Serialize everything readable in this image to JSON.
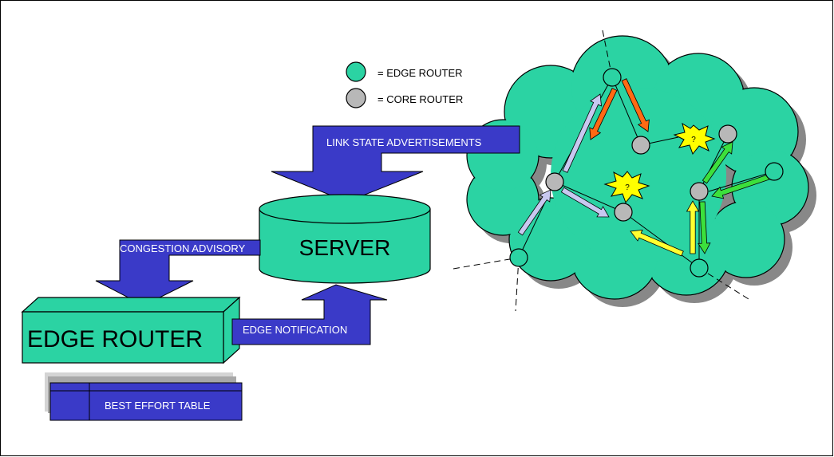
{
  "legend": {
    "edge_router": "= EDGE ROUTER",
    "core_router": "= CORE ROUTER"
  },
  "labels": {
    "server": "SERVER",
    "edge_router": "EDGE ROUTER",
    "best_effort_table": "BEST EFFORT TABLE",
    "link_state": "LINK STATE ADVERTISEMENTS",
    "congestion_advisory": "CONGESTION ADVISORY",
    "edge_notification": "EDGE NOTIFICATION"
  },
  "congestion_marks": [
    "?",
    "?"
  ],
  "colors": {
    "cloud": "#2bd3a3",
    "server": "#2bd3a3",
    "edge_node": "#2bd3a3",
    "core_node": "#b8b8b8",
    "arrow_blue": "#3a3ac8",
    "burst": "#ffff00",
    "flow_orange": "#ff6a14",
    "flow_lavender": "#c8c8f0",
    "flow_yellow": "#ffff30",
    "flow_green": "#3ce03c"
  }
}
